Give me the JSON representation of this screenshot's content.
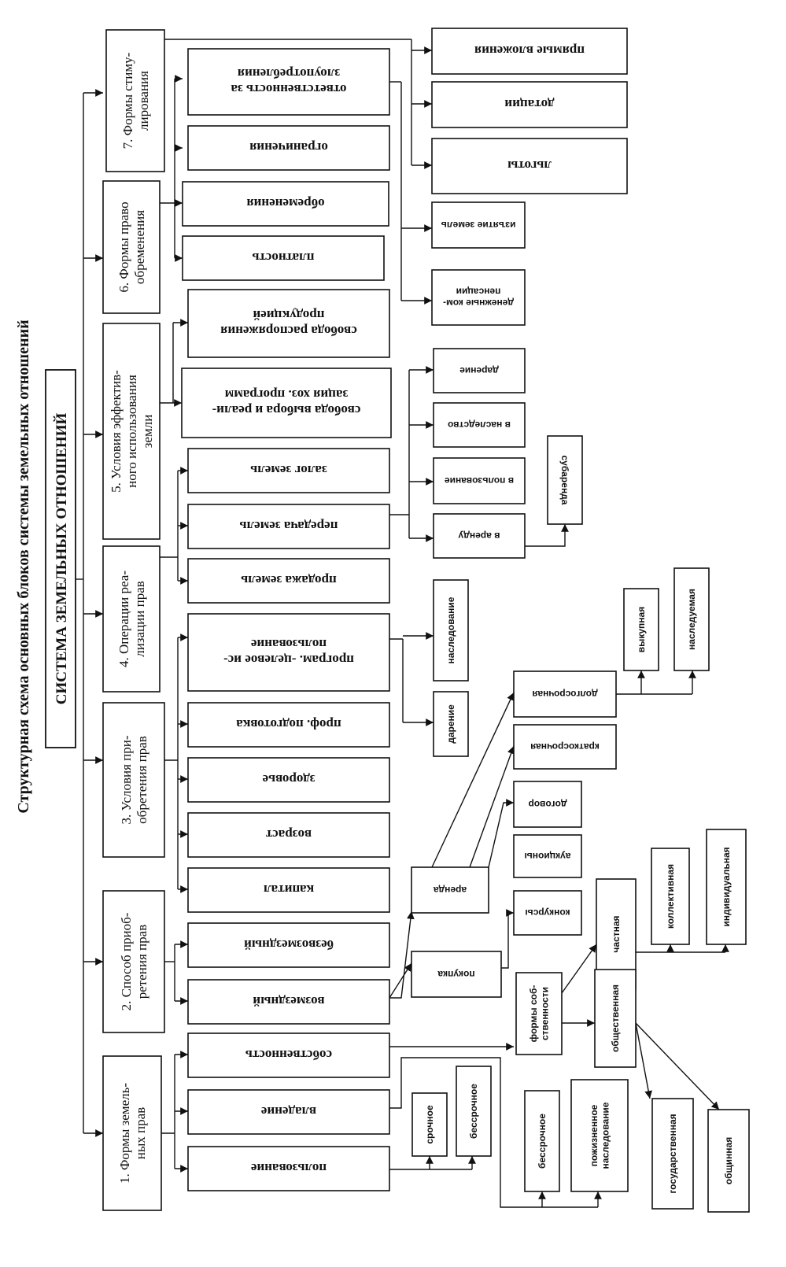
{
  "title": "Структурная схема основных блоков системы земельных отношений",
  "root": "СИСТЕМА ЗЕМЕЛЬНЫХ ОТНОШЕНИЙ",
  "blocks": [
    {
      "id": "b1",
      "lines": [
        "1. Формы земель-",
        "ных прав"
      ]
    },
    {
      "id": "b2",
      "lines": [
        "2. Способ приоб-",
        "ретения прав"
      ]
    },
    {
      "id": "b3",
      "lines": [
        "3. Условия при-",
        "обретения прав"
      ]
    },
    {
      "id": "b4",
      "lines": [
        "4. Операции реа-",
        "лизации прав"
      ]
    },
    {
      "id": "b5",
      "lines": [
        "5. Условия  эффектив-",
        "ного      использования",
        "земли"
      ]
    },
    {
      "id": "b6",
      "lines": [
        "6. Формы право",
        "обременения"
      ]
    },
    {
      "id": "b7",
      "lines": [
        "7. Формы стиму-",
        "лирования"
      ]
    }
  ],
  "items": [
    {
      "id": "polz",
      "lines": [
        "пользование"
      ]
    },
    {
      "id": "vlad",
      "lines": [
        "владение"
      ]
    },
    {
      "id": "sobst",
      "lines": [
        "собственность"
      ]
    },
    {
      "id": "vozm",
      "lines": [
        "возмездный"
      ]
    },
    {
      "id": "bezv",
      "lines": [
        "безвозмездный"
      ]
    },
    {
      "id": "kapital",
      "lines": [
        "капитал"
      ]
    },
    {
      "id": "vozrast",
      "lines": [
        "возраст"
      ]
    },
    {
      "id": "zdorov",
      "lines": [
        "здоровье"
      ]
    },
    {
      "id": "prof",
      "lines": [
        "проф. подготовка"
      ]
    },
    {
      "id": "progr",
      "lines": [
        "програм. -целевое ис-",
        "пользование"
      ]
    },
    {
      "id": "prodazha",
      "lines": [
        "продажа земель"
      ]
    },
    {
      "id": "peredacha",
      "lines": [
        "передача земель"
      ]
    },
    {
      "id": "zalog",
      "lines": [
        "залог земель"
      ]
    },
    {
      "id": "svob_vyb",
      "lines": [
        "свобода выбора и реали-",
        "зация хоз. программ"
      ]
    },
    {
      "id": "svob_rasp",
      "lines": [
        "свобода распоряжения",
        "продукцией"
      ]
    },
    {
      "id": "platnost",
      "lines": [
        "платность"
      ]
    },
    {
      "id": "obrem",
      "lines": [
        "обременения"
      ]
    },
    {
      "id": "ogran",
      "lines": [
        "ограничения"
      ]
    },
    {
      "id": "otvet",
      "lines": [
        "ответственность за",
        "злоупотребления"
      ]
    },
    {
      "id": "pryam",
      "lines": [
        "прямые вложения"
      ]
    },
    {
      "id": "dotacii",
      "lines": [
        "дотации"
      ]
    },
    {
      "id": "lgoty",
      "lines": [
        "льготы"
      ]
    },
    {
      "id": "izyatie",
      "lines": [
        "изъятие земель"
      ]
    },
    {
      "id": "den_komp",
      "lines": [
        "денежные ком-",
        "пенсации"
      ]
    },
    {
      "id": "darenie_t",
      "lines": [
        "дарение"
      ]
    },
    {
      "id": "v_nasl",
      "lines": [
        "в наследство"
      ]
    },
    {
      "id": "v_polz",
      "lines": [
        "в пользование"
      ]
    },
    {
      "id": "v_arendu",
      "lines": [
        "в аренду"
      ]
    },
    {
      "id": "subarenda",
      "lines": [
        "субаренда"
      ]
    },
    {
      "id": "nasled",
      "lines": [
        "наследование"
      ]
    },
    {
      "id": "darenie_b",
      "lines": [
        "дарение"
      ]
    },
    {
      "id": "vykup",
      "lines": [
        "выкупная"
      ]
    },
    {
      "id": "nasleduem",
      "lines": [
        "наследуемая"
      ]
    },
    {
      "id": "dolgosr",
      "lines": [
        "долгосрочная"
      ]
    },
    {
      "id": "kratkosr",
      "lines": [
        "краткосрочная"
      ]
    },
    {
      "id": "dogovor",
      "lines": [
        "договор"
      ]
    },
    {
      "id": "aukciony",
      "lines": [
        "аукционы"
      ]
    },
    {
      "id": "konkursy",
      "lines": [
        "конкурсы"
      ]
    },
    {
      "id": "arenda",
      "lines": [
        "аренда"
      ]
    },
    {
      "id": "pokupka",
      "lines": [
        "покупка"
      ]
    },
    {
      "id": "chastnaya",
      "lines": [
        "частная"
      ]
    },
    {
      "id": "kollekt",
      "lines": [
        "коллективная"
      ]
    },
    {
      "id": "individ",
      "lines": [
        "индивидуальная"
      ]
    },
    {
      "id": "formy_sob",
      "lines": [
        "формы соб-",
        "ственности"
      ]
    },
    {
      "id": "obschestv",
      "lines": [
        "общественная"
      ]
    },
    {
      "id": "srochnoe",
      "lines": [
        "срочное"
      ]
    },
    {
      "id": "bessrochnoe_a",
      "lines": [
        "бессрочное"
      ]
    },
    {
      "id": "bessrochnoe_b",
      "lines": [
        "бессрочное"
      ]
    },
    {
      "id": "pozhizn",
      "lines": [
        "пожизненное",
        "наследование"
      ]
    },
    {
      "id": "gosud",
      "lines": [
        "государственная"
      ]
    },
    {
      "id": "obschin",
      "lines": [
        "общинная"
      ]
    }
  ]
}
